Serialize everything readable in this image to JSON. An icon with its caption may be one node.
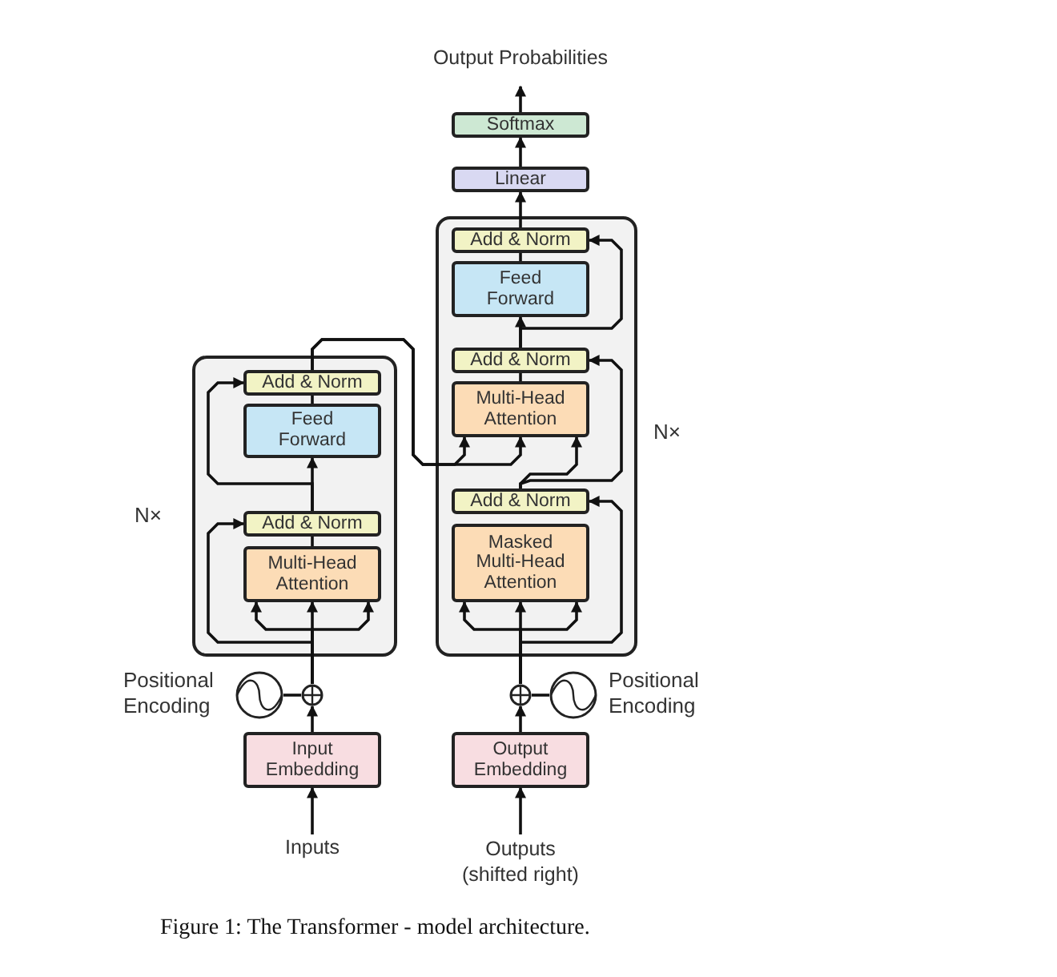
{
  "diagram": {
    "caption": "Figure 1: The Transformer - model architecture.",
    "nodes": [
      {
        "text": [],
        "shape": "box",
        "beside": [
          "N×"
        ]
      },
      {
        "text": [
          "Add & Norm"
        ],
        "in": 0
      },
      {
        "text": [
          "Feed Forward"
        ],
        "in": 0
      },
      {
        "text": [
          "Add & Norm"
        ],
        "in": 0
      },
      {
        "text": [
          "Multi-Head Attention"
        ],
        "in": 0
      },
      {
        "text": [
          "Input Embedding"
        ]
      },
      {
        "text": [],
        "shape": "circle"
      },
      {
        "text": [],
        "shape": "circle",
        "beside": [
          "Positional Encoding"
        ]
      },
      {
        "text": [
          "Inputs"
        ]
      },
      {
        "text": [],
        "shape": "box",
        "beside": [
          "N×"
        ]
      },
      {
        "text": [
          "Add & Norm"
        ],
        "in": 9
      },
      {
        "text": [
          "Feed Forward"
        ],
        "in": 9
      },
      {
        "text": [
          "Add & Norm"
        ],
        "in": 9
      },
      {
        "text": [
          "Multi-Head Attention"
        ],
        "in": 9
      },
      {
        "text": [
          "Add & Norm"
        ],
        "in": 9
      },
      {
        "text": [
          "Masked Multi-Head Attention"
        ],
        "in": 9
      },
      {
        "text": [
          "Output Embedding"
        ]
      },
      {
        "text": [],
        "shape": "circle"
      },
      {
        "text": [],
        "shape": "circle",
        "beside": [
          "Positional Encoding"
        ]
      },
      {
        "text": [
          "Outputs (shifted right)"
        ]
      },
      {
        "text": [
          "Linear"
        ]
      },
      {
        "text": [
          "Softmax"
        ]
      },
      {
        "text": [
          "Output Probabilities"
        ]
      }
    ],
    "edges": [
      {
        "from": 8,
        "to": 5,
        "arrow": "to"
      },
      {
        "from": 5,
        "to": 6,
        "arrow": "to"
      },
      {
        "from": 7,
        "to": 6,
        "arrow": "none"
      },
      {
        "from": 6,
        "to": 4,
        "arrow": "to"
      },
      {
        "from": 6,
        "to": 4,
        "arrow": "to"
      },
      {
        "from": 6,
        "to": 4,
        "arrow": "to"
      },
      {
        "from": 6,
        "to": 3,
        "arrow": "to"
      },
      {
        "from": 4,
        "to": 3,
        "arrow": "none"
      },
      {
        "from": 3,
        "to": 2,
        "arrow": "to"
      },
      {
        "from": 3,
        "to": 1,
        "arrow": "to"
      },
      {
        "from": 2,
        "to": 1,
        "arrow": "none"
      },
      {
        "from": 1,
        "to": 13,
        "arrow": "to"
      },
      {
        "from": 1,
        "to": 13,
        "arrow": "to"
      },
      {
        "from": 14,
        "to": 13,
        "arrow": "to"
      },
      {
        "from": 14,
        "to": 12,
        "arrow": "to"
      },
      {
        "from": 13,
        "to": 12,
        "arrow": "none"
      },
      {
        "from": 12,
        "to": 11,
        "arrow": "to"
      },
      {
        "from": 12,
        "to": 10,
        "arrow": "to"
      },
      {
        "from": 11,
        "to": 10,
        "arrow": "none"
      },
      {
        "from": 10,
        "to": 20,
        "arrow": "to"
      },
      {
        "from": 20,
        "to": 21,
        "arrow": "to"
      },
      {
        "from": 21,
        "to": 22,
        "arrow": "to"
      },
      {
        "from": 19,
        "to": 16,
        "arrow": "to"
      },
      {
        "from": 16,
        "to": 17,
        "arrow": "to"
      },
      {
        "from": 18,
        "to": 17,
        "arrow": "none"
      },
      {
        "from": 17,
        "to": 15,
        "arrow": "to"
      },
      {
        "from": 17,
        "to": 15,
        "arrow": "to"
      },
      {
        "from": 17,
        "to": 15,
        "arrow": "to"
      },
      {
        "from": 17,
        "to": 14,
        "arrow": "to"
      }
    ]
  }
}
